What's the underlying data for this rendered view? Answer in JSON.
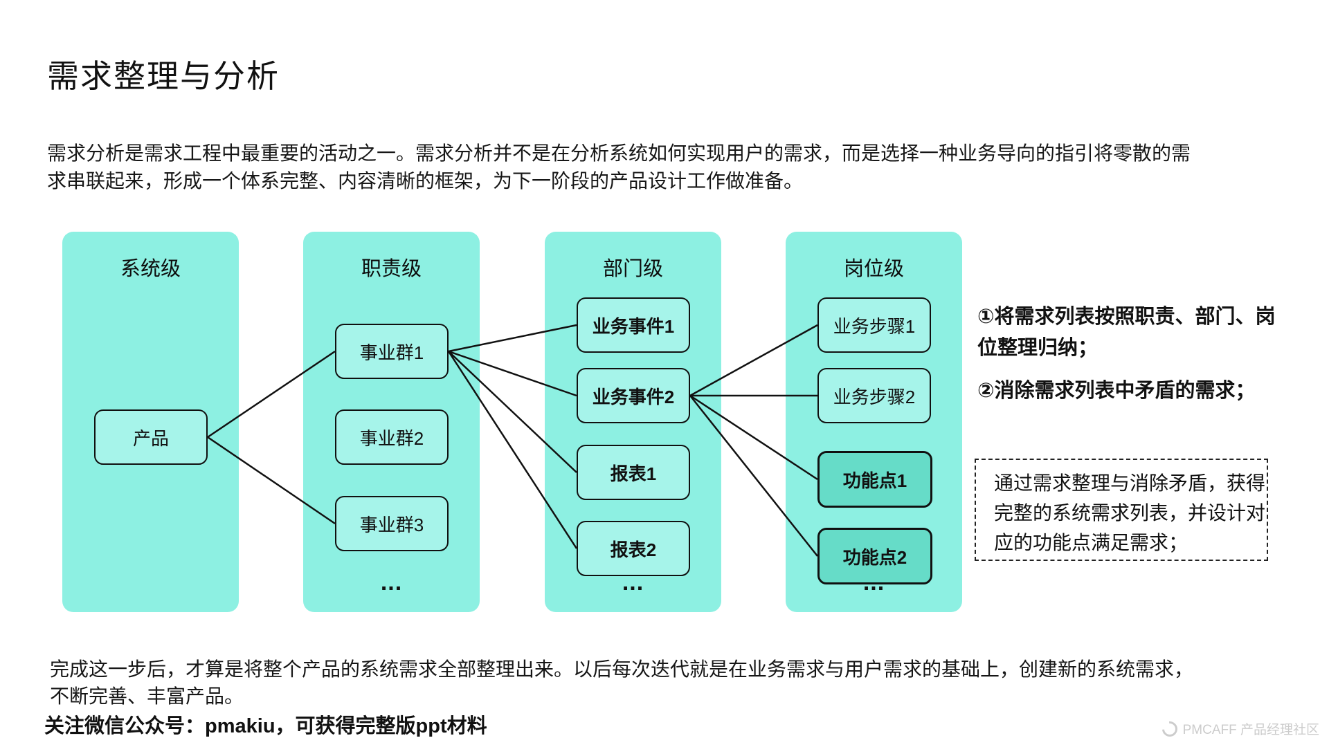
{
  "page": {
    "title": "需求整理与分析",
    "intro_lines": [
      "需求分析是需求工程中最重要的活动之一。需求分析并不是在分析系统如何实现用户的需求，而是选择一种业务导向的指引将零散的需",
      "求串联起来，形成一个体系完整、内容清晰的框架，为下一阶段的产品设计工作做准备。"
    ]
  },
  "colors": {
    "column_fill": "#8DF0E2",
    "node_fill": "#A6F4EA",
    "node_fill_highlight": "#66DCC8",
    "line": "#111111"
  },
  "diagram": {
    "columns": [
      {
        "header": "系统级",
        "ellipsis": ""
      },
      {
        "header": "职责级",
        "ellipsis": "..."
      },
      {
        "header": "部门级",
        "ellipsis": "..."
      },
      {
        "header": "岗位级",
        "ellipsis": "..."
      }
    ],
    "nodes": {
      "chanpin": "产品",
      "shiyequn1": "事业群1",
      "shiyequn2": "事业群2",
      "shiyequn3": "事业群3",
      "yewushijian1": "业务事件1",
      "yewushijian2": "业务事件2",
      "baobiao1": "报表1",
      "baobiao2": "报表2",
      "yewubuzhou1": "业务步骤1",
      "yewubuzhou2": "业务步骤2",
      "gongnengdian1": "功能点1",
      "gongnengdian2": "功能点2"
    },
    "edges": [
      [
        "chanpin",
        "shiyequn1"
      ],
      [
        "chanpin",
        "shiyequn3"
      ],
      [
        "shiyequn1",
        "yewushijian1"
      ],
      [
        "shiyequn1",
        "yewushijian2"
      ],
      [
        "shiyequn1",
        "baobiao1"
      ],
      [
        "shiyequn1",
        "baobiao2"
      ],
      [
        "yewushijian2",
        "yewubuzhou1"
      ],
      [
        "yewushijian2",
        "yewubuzhou2"
      ],
      [
        "yewushijian2",
        "gongnengdian1"
      ],
      [
        "yewushijian2",
        "gongnengdian2"
      ]
    ]
  },
  "annotations": {
    "note1_lines": [
      "①将需求列表按照职责、部门、岗",
      "位整理归纳；"
    ],
    "note2": "②消除需求列表中矛盾的需求；",
    "dashed_lines": [
      "通过需求整理与消除矛盾，获得",
      "完整的系统需求列表，并设计对",
      "应的功能点满足需求；"
    ]
  },
  "bottom": {
    "lines": [
      "完成这一步后，才算是将整个产品的系统需求全部整理出来。以后每次迭代就是在业务需求与用户需求的基础上，创建新的系统需求，",
      "不断完善、丰富产品。"
    ],
    "footer": "关注微信公众号：pmakiu，可获得完整版ppt材料"
  },
  "watermark": {
    "text": "PMCAFF 产品经理社区"
  }
}
